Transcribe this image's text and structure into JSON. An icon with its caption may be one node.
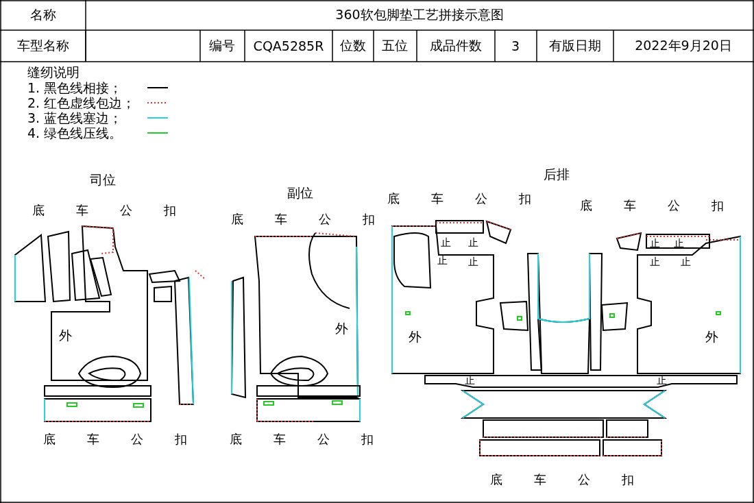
{
  "diagram": {
    "labels": [
      "名称",
      "360软包脚垫工艺拼接示意图",
      "车型名称",
      "编号",
      "CQA5285R",
      "位数",
      "五位",
      "成品件数",
      "3",
      "有版日期",
      "2022年9月20日",
      "缝纫说明",
      "司位",
      "副位",
      "后排",
      "底 车 公 扣",
      "底 车 公 扣",
      "底 车 公 扣",
      "底 车 公 扣",
      "止",
      "止",
      "止",
      "止",
      "止",
      "止",
      "止",
      "止",
      "外",
      "外",
      "外",
      "外",
      "止",
      "止",
      "底 车 公 扣",
      "底 车 公 扣",
      "底 车 公 扣"
    ],
    "legend": [
      {
        "text": "1. 黑色线相接；"
      },
      {
        "text": "2. 红色虚线包边；"
      },
      {
        "text": "3. 蓝色线塞边；"
      },
      {
        "text": "4. 绿色线压线。"
      }
    ]
  }
}
